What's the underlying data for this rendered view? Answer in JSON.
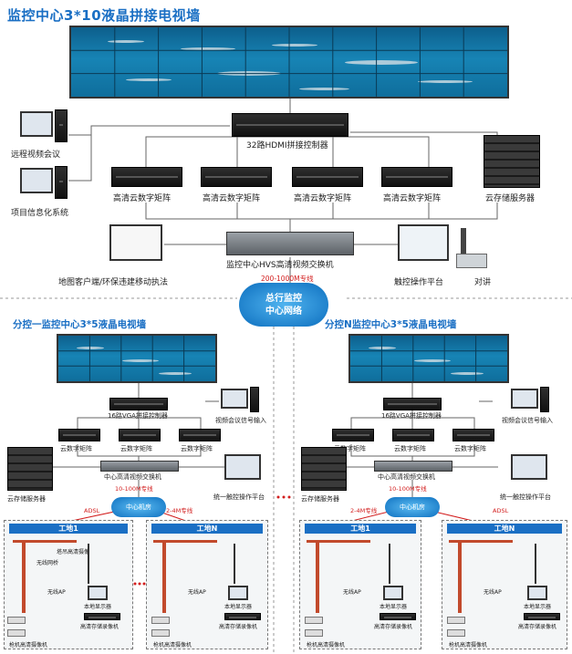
{
  "title": "监控中心3*10液晶拼接电视墙",
  "top": {
    "splice_controller": "32路HDMI拼接控制器",
    "remote_video_conf": "远程视频会议",
    "project_info_system": "项目信息化系统",
    "matrix_labels": [
      "高清云数字矩阵",
      "高清云数字矩阵",
      "高清云数字矩阵",
      "高清云数字矩阵"
    ],
    "cloud_storage": "云存储服务器",
    "hvs_switch": "监控中心HVS高清视频交换机",
    "map_client": "地图客户端/环保违建移动执法",
    "touch_platform": "触控操作平台",
    "intercom": "对讲",
    "bandwidth": "200-1000M专线"
  },
  "network_cloud": {
    "line1": "总行监控",
    "line2": "中心网络"
  },
  "left_branch": {
    "title": "分控一监控中心3*5液晶电视墙",
    "controller": "16路VGA拼接控制器",
    "video_conf_input": "视频会议信号输入",
    "matrix_labels": [
      "云数字矩阵",
      "云数字矩阵",
      "云数字矩阵"
    ],
    "switch": "中心高清视频交换机",
    "storage": "云存储服务器",
    "platform": "统一触控操作平台",
    "bandwidth": "10-100M专线",
    "cloud": "中心机房",
    "adsl": "ADSL",
    "line2": "2-4M专线",
    "sites": [
      "工地1",
      "工地N"
    ]
  },
  "right_branch": {
    "title": "分控N监控中心3*5液晶电视墙",
    "controller": "16路VGA拼接控制器",
    "video_conf_input": "视频会议信号输入",
    "matrix_labels": [
      "云数字矩阵",
      "云数字矩阵",
      "云数字矩阵"
    ],
    "switch": "中心高清视频交换机",
    "storage": "云存储服务器",
    "platform": "统一触控操作平台",
    "bandwidth": "10-100M专线",
    "cloud": "中心机房",
    "adsl": "ADSL",
    "line2": "2-4M专线",
    "sites": [
      "工地1",
      "工地N"
    ]
  },
  "site_items": {
    "hd_camera": "塔吊高清摄像",
    "wireless_ap": "无线AP",
    "bridge": "无线网桥",
    "hd_recorder": "高清存储录像机",
    "local_display": "本地显示器",
    "gun_camera": "枪机高清摄像机"
  },
  "colors": {
    "accent": "#1a6fc4",
    "red_label": "#d21d1d",
    "link_green": "#22a84a"
  }
}
